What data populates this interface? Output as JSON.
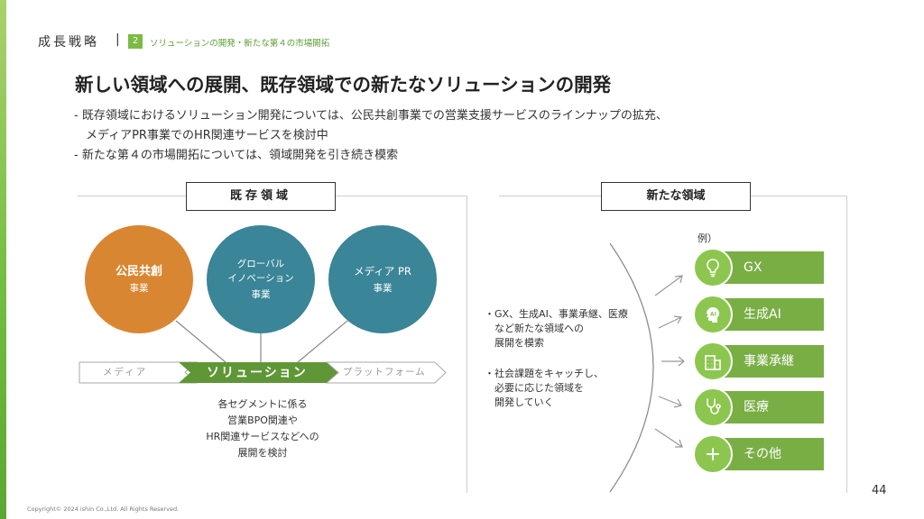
{
  "header": {
    "section": "成長戦略",
    "separator": "|",
    "badge": "2",
    "subsection": "ソリューションの開発・新たな第４の市場開拓"
  },
  "title": "新しい領域への展開、既存領域での新たなソリューションの開発",
  "bullets": [
    "- 既存領域におけるソリューション開発については、公民共創事業での営業支援サービスのラインナップの拡充、",
    "　メディアPR事業でのHR関連サービスを検討中",
    "- 新たな第４の市場開拓については、領域開発を引き続き模索"
  ],
  "existing": {
    "header": "既存領域",
    "circles": [
      {
        "title": "公民共創",
        "sub": "事業"
      },
      {
        "title_lines": [
          "グローバル",
          "イノベーション"
        ],
        "sub": "事業"
      },
      {
        "title": "メディア PR",
        "sub": "事業"
      }
    ],
    "flow": {
      "left": "メディア",
      "center": "ソリューション",
      "right": "プラットフォーム"
    },
    "description": [
      "各セグメントに係る",
      "営業BPO関連や",
      "HR関連サービスなどへの",
      "展開を検討"
    ]
  },
  "new_area": {
    "header": "新たな領域",
    "notes": [
      [
        "・GX、生成AI、事業承継、医療",
        "　など新たな領域への",
        "　展開を模索"
      ],
      [
        "・社会課題をキャッチし、",
        "　必要に応じた領域を",
        "　開発していく"
      ]
    ],
    "example_label": "例）",
    "categories": [
      {
        "label": "GX",
        "icon": "lightbulb-icon"
      },
      {
        "label": "生成AI",
        "icon": "ai-head-icon"
      },
      {
        "label": "事業承継",
        "icon": "building-icon"
      },
      {
        "label": "医療",
        "icon": "stethoscope-icon"
      },
      {
        "label": "その他",
        "icon": "plus-icon"
      }
    ]
  },
  "footer": "Copyright© 2024 ishin Co.,Ltd. All Rights Reserved.",
  "page_number": "44",
  "colors": {
    "accent_green": "#7cba45",
    "category_bar": "#79ae45",
    "category_icon": "#8cc64f",
    "orange": "#d98632",
    "teal": "#3a8597",
    "flow_green": "#5f9636"
  }
}
